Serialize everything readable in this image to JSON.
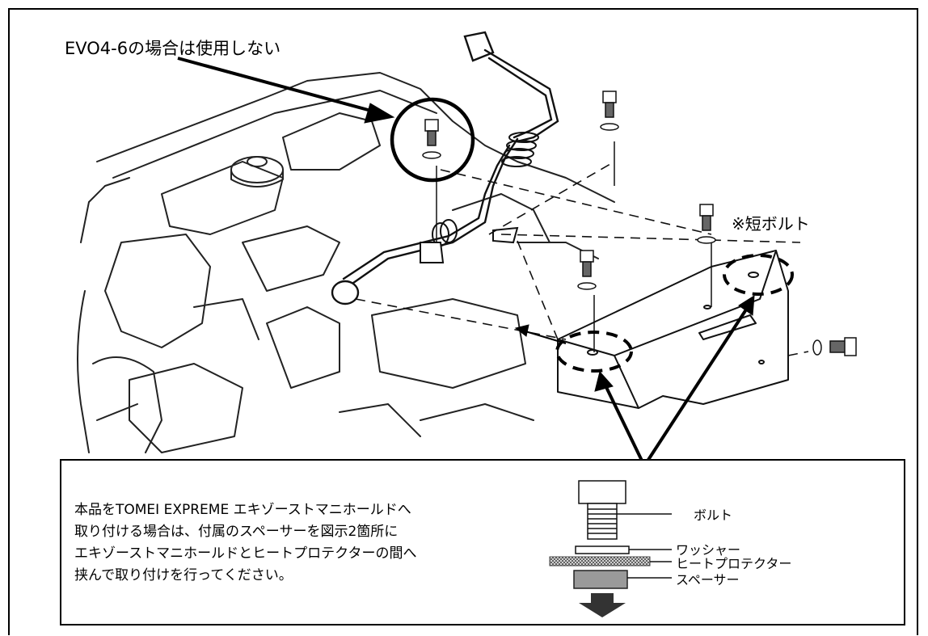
{
  "heading": "EVO4-6の場合は使用しない",
  "short_bolt_note": "※短ボルト",
  "note_lines": [
    "本品をTOMEI EXPREME エキゾーストマニホールドへ",
    "取り付ける場合は、付属のスペーサーを図示2箇所に",
    "エキゾーストマニホールドとヒートプロテクターの間へ",
    "挟んで取り付けを行ってください。"
  ],
  "stack_labels": {
    "bolt": "ボルト",
    "washer": "ワッシャー",
    "heat_protector": "ヒートプロテクター",
    "spacer": "スペーサー"
  }
}
